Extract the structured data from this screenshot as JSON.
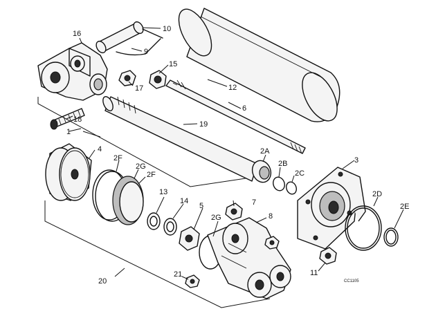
{
  "labels": {
    "l1": "1",
    "l2a": "2A",
    "l2b": "2B",
    "l2c": "2C",
    "l2d": "2D",
    "l2e": "2E",
    "l2f_top": "2F",
    "l2f_right": "2F",
    "l2g_top": "2G",
    "l2g_bottom": "2G",
    "l3": "3",
    "l4": "4",
    "l5": "5",
    "l6": "6",
    "l7": "7",
    "l8": "8",
    "l9": "9",
    "l10": "10",
    "l11": "11",
    "l12": "12",
    "l13": "13",
    "l14": "14",
    "l15": "15",
    "l16": "16",
    "l17": "17",
    "l18": "18",
    "l19": "19",
    "l20": "20",
    "l21": "21"
  },
  "drawing_code": "CC1105"
}
